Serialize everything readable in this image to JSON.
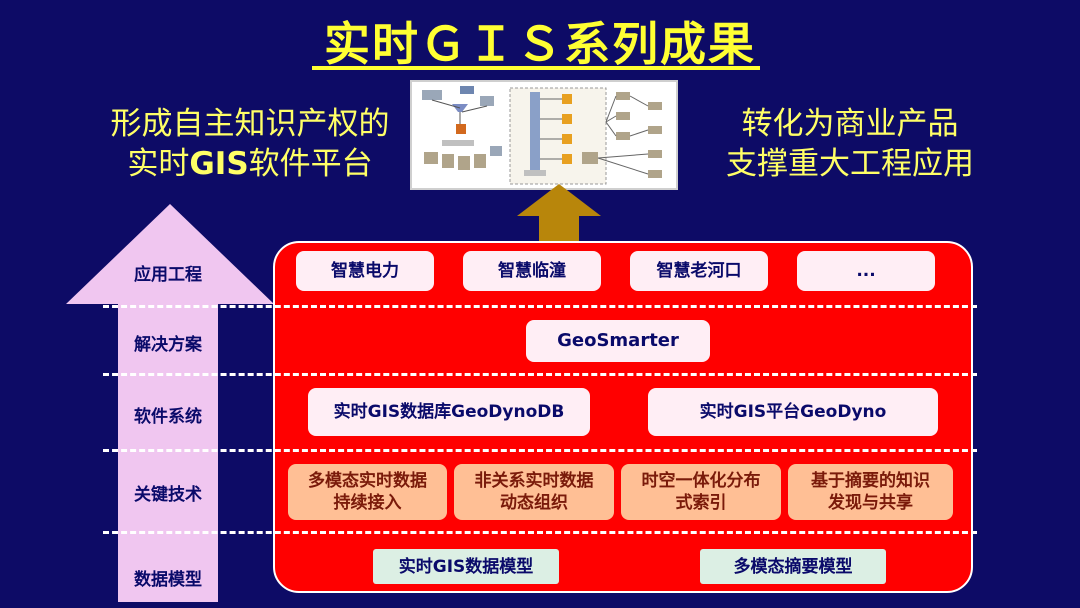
{
  "title": "实时ＧＩＳ系列成果",
  "left_text": {
    "line1": "形成自主知识产权的",
    "line2_prefix": "实时",
    "line2_bold": "GIS",
    "line2_suffix": "软件平台"
  },
  "right_text": {
    "line1": "转化为商业产品",
    "line2": "支撑重大工程应用"
  },
  "row_labels": [
    "应用工程",
    "解决方案",
    "软件系统",
    "关键技术",
    "数据模型"
  ],
  "applications": [
    "智慧电力",
    "智慧临潼",
    "智慧老河口",
    "..."
  ],
  "solution": "GeoSmarter",
  "software": [
    "实时GIS数据库GeoDynoDB",
    "实时GIS平台GeoDyno"
  ],
  "key_tech": [
    {
      "line1": "多模态实时数据",
      "line2": "持续接入"
    },
    {
      "line1": "非关系实时数据",
      "line2": "动态组织"
    },
    {
      "line1": "时空一体化分布",
      "line2": "式索引"
    },
    {
      "line1": "基于摘要的知识",
      "line2": "发现与共享"
    }
  ],
  "data_models": [
    "实时GIS数据模型",
    "多模态摘要模型"
  ],
  "colors": {
    "background": "#0d0b66",
    "title": "#ffff33",
    "side_text": "#ffff66",
    "panel": "#ff0000",
    "arrow_left": "#f0c6f0",
    "arrow_up": "#b8860b"
  }
}
